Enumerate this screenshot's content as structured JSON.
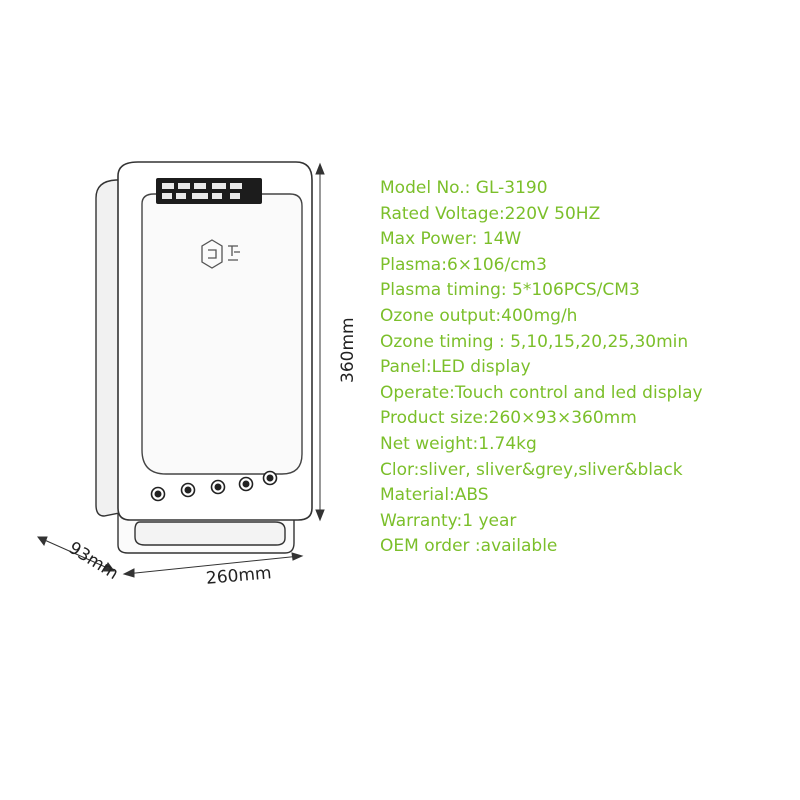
{
  "colors": {
    "spec_text": "#7bbf2a",
    "drawing_stroke": "#333333",
    "background": "#ffffff"
  },
  "dimensions": {
    "height": "360mm",
    "width": "260mm",
    "depth": "93mm"
  },
  "specs": [
    "Model No.: GL-3190",
    "Rated Voltage:220V 50HZ",
    "Max Power:  14W",
    "Plasma:6×106/cm3",
    "Plasma timing: 5*106PCS/CM3",
    "Ozone output:400mg/h",
    "Ozone timing : 5,10,15,20,25,30min",
    "Panel:LED display",
    "Operate:Touch control and led display",
    "Product size:260×93×360mm",
    "Net weight:1.74kg",
    "Clor:sliver, sliver&grey,sliver&black",
    "Material:ABS",
    "Warranty:1 year",
    "OEM order :available"
  ]
}
